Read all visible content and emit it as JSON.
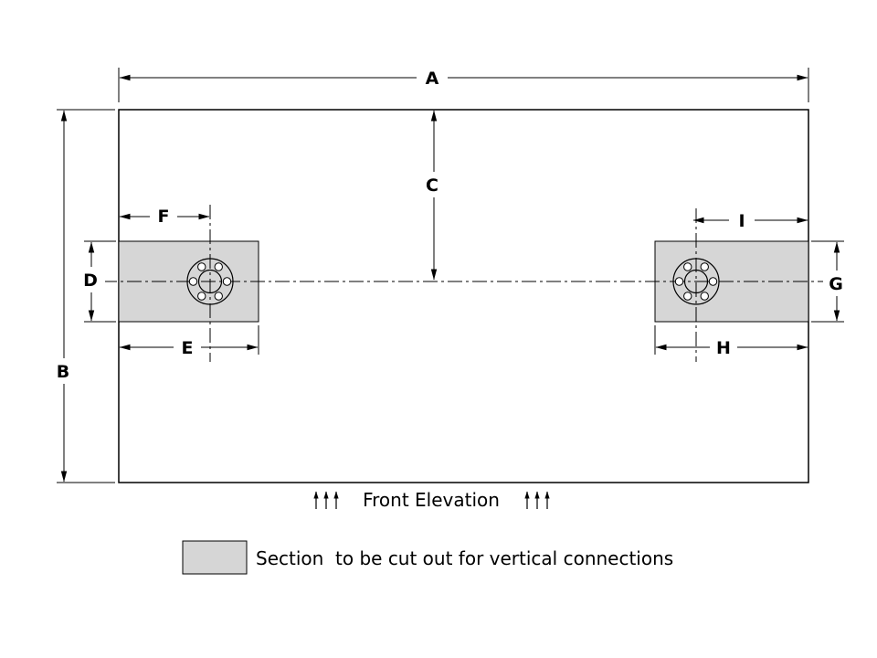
{
  "diagram": {
    "dimension_labels": {
      "a": "A",
      "b": "B",
      "c": "C",
      "d": "D",
      "e": "E",
      "f": "F",
      "g": "G",
      "h": "H",
      "i": "I"
    },
    "caption": "Front Elevation",
    "legend": {
      "text": "Section  to be cut out for vertical connections"
    },
    "colors": {
      "cutout_fill": "#d6d6d6",
      "line": "#000000",
      "background": "#ffffff"
    }
  }
}
